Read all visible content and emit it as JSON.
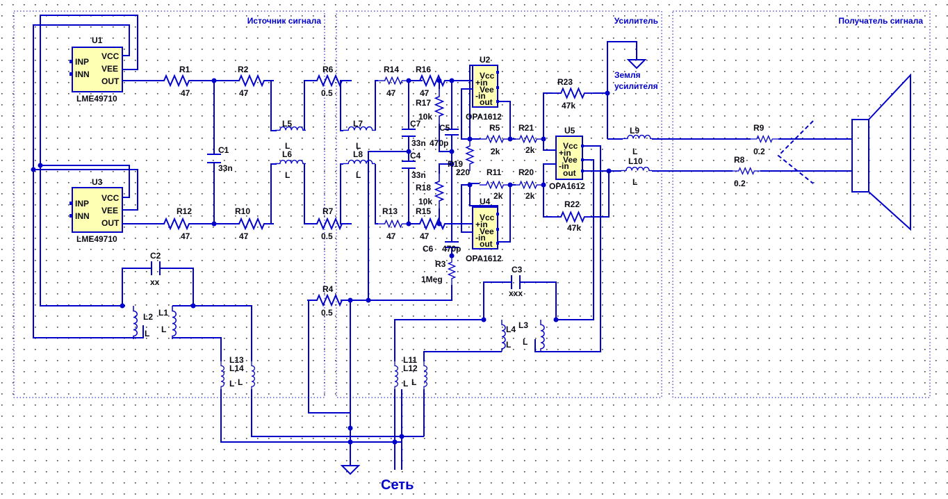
{
  "sections": {
    "source": "Источник сигнала",
    "amplifier": "Усилитель",
    "receiver": "Получатель сигнала"
  },
  "labels": {
    "amp_ground_1": "Земля",
    "amp_ground_2": "усилителя",
    "mains": "Сеть"
  },
  "chips": {
    "u1": {
      "ref": "U1",
      "part": "LME49710",
      "pins": [
        "INP",
        "INN",
        "VCC",
        "VEE",
        "OUT"
      ]
    },
    "u3": {
      "ref": "U3",
      "part": "LME49710",
      "pins": [
        "INP",
        "INN",
        "VCC",
        "VEE",
        "OUT"
      ]
    },
    "u2": {
      "ref": "U2",
      "part": "OPA1612",
      "pins": [
        "Vcc",
        "+in",
        "Vee",
        "-in",
        "out"
      ]
    },
    "u4": {
      "ref": "U4",
      "part": "OPA1612",
      "pins": [
        "Vcc",
        "+in",
        "Vee",
        "-in",
        "out"
      ]
    },
    "u5": {
      "ref": "U5",
      "part": "OPA1612",
      "pins": [
        "Vcc",
        "+in",
        "Vee",
        "-in",
        "out"
      ]
    }
  },
  "resistors": {
    "r1": {
      "ref": "R1",
      "value": "47"
    },
    "r2": {
      "ref": "R2",
      "value": "47"
    },
    "r12": {
      "ref": "R12",
      "value": "47"
    },
    "r10": {
      "ref": "R10",
      "value": "47"
    },
    "r6": {
      "ref": "R6",
      "value": "0.5"
    },
    "r7": {
      "ref": "R7",
      "value": "0.5"
    },
    "r4": {
      "ref": "R4",
      "value": "0.5"
    },
    "r14": {
      "ref": "R14",
      "value": "47"
    },
    "r16": {
      "ref": "R16",
      "value": "47"
    },
    "r13": {
      "ref": "R13",
      "value": "47"
    },
    "r15": {
      "ref": "R15",
      "value": "47"
    },
    "r17": {
      "ref": "R17",
      "value": "10k"
    },
    "r18": {
      "ref": "R18",
      "value": "10k"
    },
    "r19": {
      "ref": "R19",
      "value": "220"
    },
    "r3": {
      "ref": "R3",
      "value": "1Meg"
    },
    "r5": {
      "ref": "R5",
      "value": "2k"
    },
    "r21": {
      "ref": "R21",
      "value": "2k"
    },
    "r11": {
      "ref": "R11",
      "value": "2k"
    },
    "r20": {
      "ref": "R20",
      "value": "2k"
    },
    "r23": {
      "ref": "R23",
      "value": "47k"
    },
    "r22": {
      "ref": "R22",
      "value": "47k"
    },
    "r9": {
      "ref": "R9",
      "value": "0.2"
    },
    "r8": {
      "ref": "R8",
      "value": "0.2"
    }
  },
  "capacitors": {
    "c1": {
      "ref": "C1",
      "value": "33n"
    },
    "c2": {
      "ref": "C2",
      "value": "xx"
    },
    "c3": {
      "ref": "C3",
      "value": "xxx"
    },
    "c7": {
      "ref": "C7",
      "value": "33n"
    },
    "c4": {
      "ref": "C4",
      "value": "33n"
    },
    "c5": {
      "ref": "C5",
      "value": "470p"
    },
    "c6": {
      "ref": "C6",
      "value": "470p"
    }
  },
  "inductors": {
    "l5": {
      "ref": "L5",
      "value": "L"
    },
    "l6": {
      "ref": "L6",
      "value": "L"
    },
    "l7": {
      "ref": "L7",
      "value": "L"
    },
    "l8": {
      "ref": "L8",
      "value": "L"
    },
    "l9": {
      "ref": "L9",
      "value": "L"
    },
    "l10": {
      "ref": "L10",
      "value": "L"
    },
    "l1": {
      "ref": "L1",
      "value": "L"
    },
    "l2": {
      "ref": "L2",
      "value": "L"
    },
    "l3": {
      "ref": "L3",
      "value": "L"
    },
    "l4": {
      "ref": "L4",
      "value": "L"
    },
    "l11": {
      "ref": "L11",
      "value": "L"
    },
    "l12": {
      "ref": "L12",
      "value": "L"
    },
    "l13": {
      "ref": "L13",
      "value": "L"
    },
    "l14": {
      "ref": "L14",
      "value": "L"
    }
  },
  "colors": {
    "wire": "#0000cc",
    "chip_fill": "#ffffb4",
    "text": "#0a0a14",
    "background": "#ffffff"
  }
}
